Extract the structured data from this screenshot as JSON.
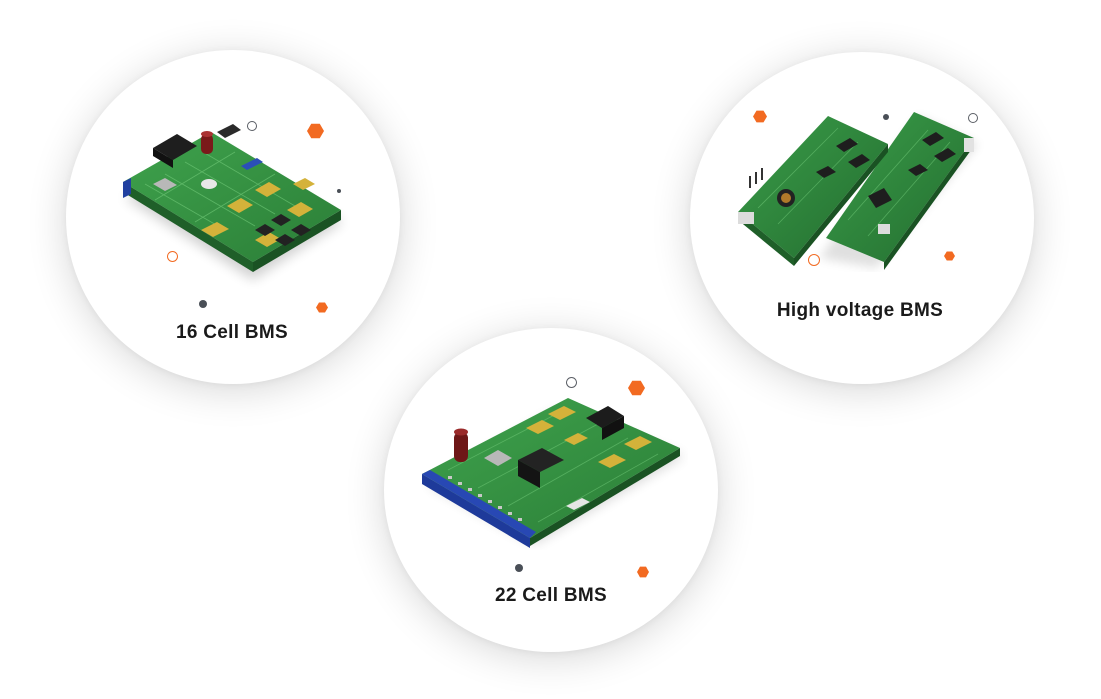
{
  "products": [
    {
      "label": "16 Cell BMS",
      "image": "pcb-board-16-cell"
    },
    {
      "label": "High voltage BMS",
      "image": "pcb-board-high-voltage-pair"
    },
    {
      "label": "22 Cell BMS",
      "image": "pcb-board-22-cell"
    }
  ],
  "colors": {
    "accent": "#f26a21",
    "dot_dark": "#4a4f57",
    "board_green": "#2e8b3e",
    "pad_gold": "#d4b23a",
    "text": "#1a1a1a"
  }
}
